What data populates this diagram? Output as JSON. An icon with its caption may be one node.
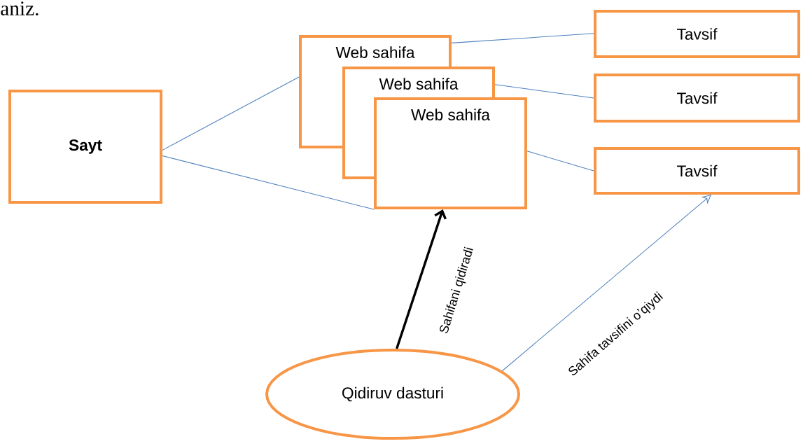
{
  "diagram": {
    "nodes": [
      {
        "text": [
          "Sayt"
        ]
      },
      {
        "text": [
          "Web sahifa"
        ]
      },
      {
        "text": [
          "Web sahifa"
        ]
      },
      {
        "text": [
          "Web sahifa"
        ]
      },
      {
        "text": [
          "Tavsif"
        ]
      },
      {
        "text": [
          "Tavsif"
        ]
      },
      {
        "text": [
          "Tavsif"
        ]
      },
      {
        "text": [
          "Qidiruv dasturi"
        ]
      }
    ],
    "edges": [
      {
        "from": 0,
        "to": 1,
        "arrow": "none"
      },
      {
        "from": 0,
        "to": 3,
        "arrow": "none"
      },
      {
        "from": 1,
        "to": 4,
        "arrow": "none"
      },
      {
        "from": 2,
        "to": 5,
        "arrow": "none"
      },
      {
        "from": 3,
        "to": 6,
        "arrow": "none"
      },
      {
        "from": 7,
        "to": 3,
        "arrow": "to",
        "label": "Sahifani qidiradi",
        "style": "thick",
        "color": "#000000"
      },
      {
        "from": 7,
        "to": 6,
        "arrow": "to",
        "label": "Sahifa tavsifini o’qiydi"
      }
    ],
    "labels": [
      "aniz."
    ]
  }
}
